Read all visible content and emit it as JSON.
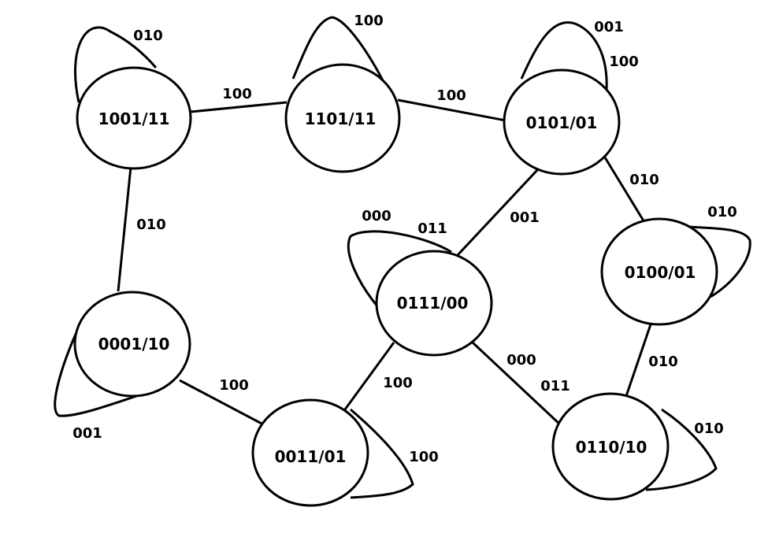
{
  "states": {
    "s1001": "1001/11",
    "s1101": "1101/11",
    "s0101": "0101/01",
    "s0100": "0100/01",
    "s0111": "0111/00",
    "s0001": "0001/10",
    "s0011": "0011/01",
    "s0110": "0110/10"
  },
  "transitions": {
    "t1001_1101": "100",
    "t1101_0101": "100",
    "t1001_0001": "010",
    "t0101_0100": "010",
    "t0101_0111": "001",
    "t0100_0110": "010",
    "t0111_0110_a": "000",
    "t0111_0110_b": "011",
    "t0111_0011": "100",
    "t0001_0011": "100"
  },
  "self_loops": {
    "loop1001": "010",
    "loop1101": "100",
    "loop0101_a": "001",
    "loop0101_b": "100",
    "loop0100": "010",
    "loop0111_a": "000",
    "loop0111_b": "011",
    "loop0001": "001",
    "loop0011": "100",
    "loop0110": "010"
  }
}
